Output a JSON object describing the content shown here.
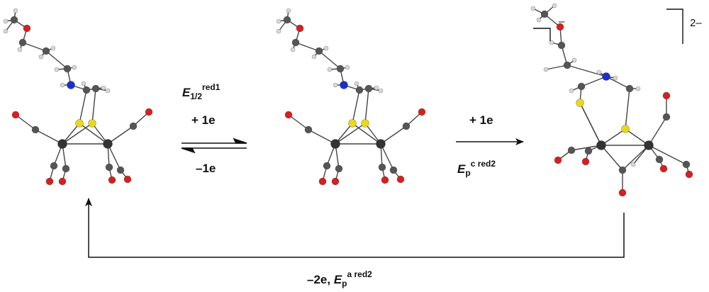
{
  "step1": {
    "potential_symbol": "E",
    "potential_sub": "1/2",
    "potential_sup": "red1",
    "forward": "+ 1e",
    "reverse": "–1e"
  },
  "step2": {
    "forward": "+ 1e",
    "potential_symbol": "E",
    "potential_sub": "p",
    "potential_sup": "c red2"
  },
  "return_step": {
    "prefix": "–2e, ",
    "potential_symbol": "E",
    "potential_sub": "p",
    "potential_sup": "a red2"
  },
  "charges": {
    "anion": "–",
    "dianion": "2–"
  },
  "atom_colors": {
    "carbon": "#555555",
    "oxygen": "#d42020",
    "sulfur": "#e8d820",
    "nitrogen": "#1a2fd0",
    "hydrogen": "#d8d8d8",
    "iron": "#333333"
  }
}
